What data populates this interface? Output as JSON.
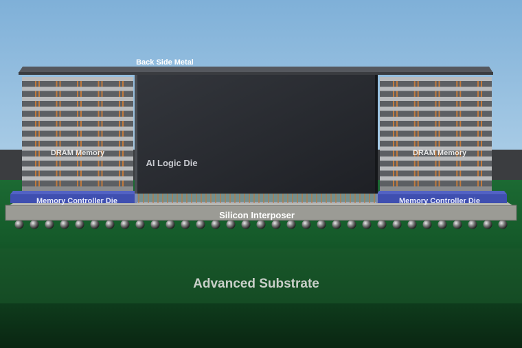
{
  "diagram": {
    "labels": {
      "back_side_metal": "Back Side Metal",
      "dram_left": "DRAM Memory",
      "dram_right": "DRAM Memory",
      "ai_logic_die": "AI Logic Die",
      "memory_controller_left": "Memory Controller Die",
      "memory_controller_right": "Memory Controller Die",
      "silicon_interposer": "Silicon Interposer",
      "advanced_substrate": "Advanced Substrate"
    },
    "colors": {
      "sky_top": "#86b3d8",
      "sky_bottom": "#a8cbe6",
      "substrate_top": "#1f6b35",
      "substrate_bottom": "#0b2a14",
      "logic_die": "#2a2d33",
      "dram_layer": "#b9bbbd",
      "memory_controller": "#3f4fb0",
      "interposer": "#9c9c96",
      "tsv_copper": "#c27a3c"
    },
    "dram_layer_count": 11
  }
}
